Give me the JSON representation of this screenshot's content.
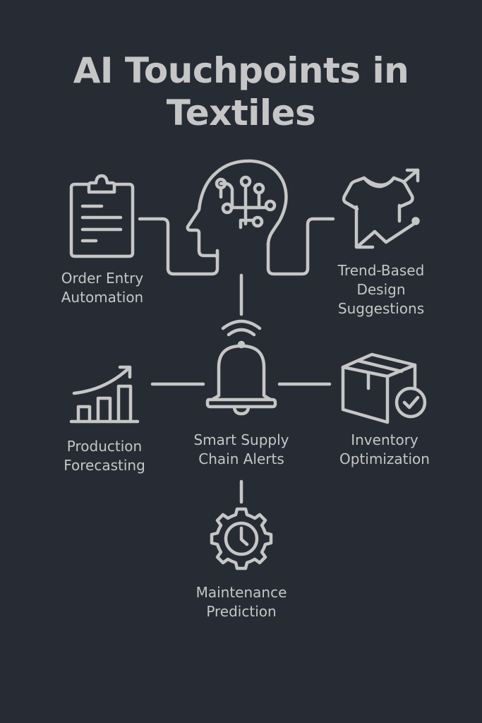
{
  "title": {
    "line1": "AI Touchpoints in",
    "line2": "Textiles"
  },
  "colors": {
    "background": "#272c34",
    "stroke": "#c6c6c6",
    "text": "#c6c6c6"
  },
  "center_node": {
    "icon": "ai-head-circuit-icon"
  },
  "nodes": [
    {
      "id": "order-entry",
      "icon": "clipboard-icon",
      "label_lines": [
        "Order Entry",
        "Automation"
      ]
    },
    {
      "id": "trend-design",
      "icon": "tshirt-trend-icon",
      "label_lines": [
        "Trend-Based",
        "Design",
        "Suggestions"
      ]
    },
    {
      "id": "production-forecasting",
      "icon": "bar-chart-growth-icon",
      "label_lines": [
        "Production",
        "Forecasting"
      ]
    },
    {
      "id": "supply-chain-alerts",
      "icon": "bell-alert-icon",
      "label_lines": [
        "Smart Supply",
        "Chain Alerts"
      ]
    },
    {
      "id": "inventory-optimization",
      "icon": "box-check-icon",
      "label_lines": [
        "Inventory",
        "Optimization"
      ]
    },
    {
      "id": "maintenance-prediction",
      "icon": "gear-clock-icon",
      "label_lines": [
        "Maintenance",
        "Prediction"
      ]
    }
  ]
}
